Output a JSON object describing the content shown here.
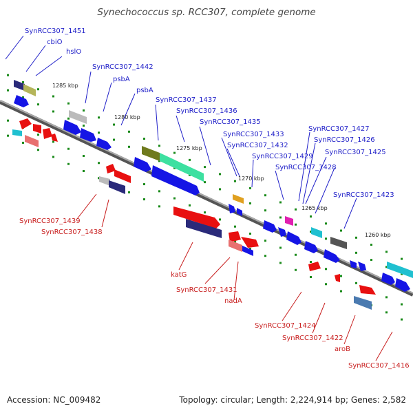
{
  "title": "Synechococcus sp. RCC307, complete genome",
  "footer": {
    "accession": "Accession: NC_009482",
    "summary": "Topology: circular; Length: 2,224,914 bp; Genes: 2,582"
  },
  "colors": {
    "forward_gene": "#1010e0",
    "reverse_gene": "#e01010",
    "label_forward": "#1e1ec8",
    "label_reverse": "#c81e1e",
    "backbone": "#888888",
    "tick": "#1a8a1a"
  },
  "kbp_marks": [
    "1285 kbp",
    "1280 kbp",
    "1275 kbp",
    "1270 kbp",
    "1265 kbp",
    "1260 kbp"
  ],
  "labels_forward": [
    "SynRCC307_1451",
    "cbiO",
    "hslO",
    "SynRCC307_1442",
    "psbA",
    "psbA",
    "SynRCC307_1437",
    "SynRCC307_1436",
    "SynRCC307_1435",
    "SynRCC307_1433",
    "SynRCC307_1432",
    "SynRCC307_1429",
    "SynRCC307_1428",
    "SynRCC307_1427",
    "SynRCC307_1426",
    "SynRCC307_1425",
    "SynRCC307_1423"
  ],
  "labels_reverse": [
    "SynRCC307_1439",
    "SynRCC307_1438",
    "katG",
    "SynRCC307_1431",
    "nadA",
    "SynRCC307_1424",
    "SynRCC307_1422",
    "aroB",
    "SynRCC307_1416"
  ]
}
